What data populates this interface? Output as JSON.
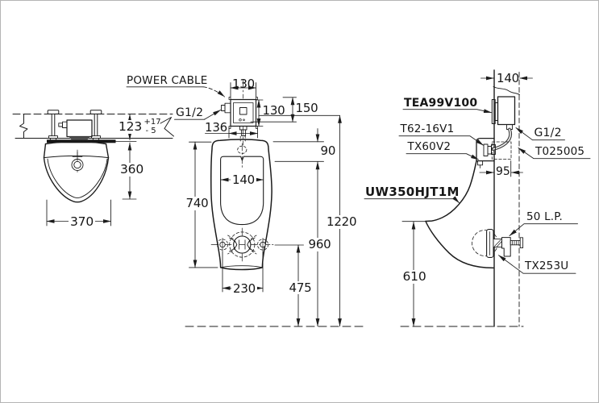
{
  "colors": {
    "line": "#1c1c1c",
    "background": "#ffffff"
  },
  "views": {
    "top": {
      "dim_mount_depth": "123",
      "tolerance_plus": "+17",
      "tolerance_minus": "- 5",
      "dim_depth": "360",
      "dim_width": "370"
    },
    "front": {
      "power_cable_label": "POWER CABLE",
      "inlet_thread": "G1/2",
      "dim_valve_width": "130",
      "dim_valve_height": "130",
      "dim_valve_total_height": "150",
      "dim_valve_outer_width": "136",
      "dim_rim_drop": "90",
      "dim_opening_width": "140",
      "dim_body_height": "740",
      "dim_inlet_height": "1220",
      "dim_rim_height": "960",
      "dim_bolt_height": "475",
      "dim_bolt_spacing": "230"
    },
    "side": {
      "dim_wall_offset": "140",
      "flush_valve_model": "TEA99V100",
      "inlet_thread": "G1/2",
      "hose_model": "T025005",
      "spreader_model": "T62-16V1",
      "spud_model": "TX60V2",
      "dim_spud_offset": "95",
      "urinal_model": "UW350HJT1M",
      "outlet_size": "50 L.P.",
      "drain_model": "TX253U",
      "dim_rim_height": "610"
    }
  }
}
